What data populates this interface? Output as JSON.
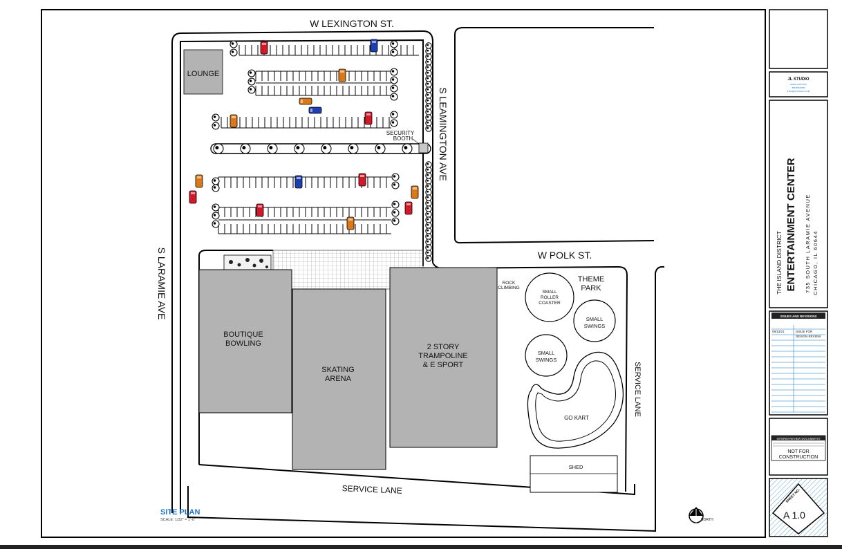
{
  "streets": {
    "north": "W LEXINGTON ST.",
    "east_top": "S LEAMINGTON AVE",
    "polk": "W POLK ST.",
    "west": "S LARAMIE AVE",
    "service_bottom": "SERVICE LANE",
    "service_right": "SERVICE LANE"
  },
  "buildings": {
    "lounge": "LOUNGE",
    "security": [
      "SECURITY",
      "BOOTH"
    ],
    "bowling": [
      "BOUTIQUE",
      "BOWLING"
    ],
    "skating": [
      "SKATING",
      "ARENA"
    ],
    "trampoline": [
      "2 STORY",
      "TRAMPOLINE",
      "& E SPORT"
    ],
    "rock": [
      "ROCK",
      "CLIMBING"
    ],
    "theme": [
      "THEME",
      "PARK"
    ],
    "roller": [
      "SMALL",
      "ROLLER",
      "COASTER"
    ],
    "swings1": [
      "SMALL",
      "SWINGS"
    ],
    "swings2": [
      "SMALL",
      "SWINGS"
    ],
    "gokart": "GO KART",
    "shed": "SHED"
  },
  "plan": {
    "title": "SITE PLAN",
    "scale": "SCALE: 1/32\" = 1'-0\"",
    "north": "NORTH"
  },
  "title_block": {
    "studio": "JL STUDIO",
    "studio_lines": [
      "WWW.JLSTUDIO",
      "555-555-5555",
      "INFO@JLSTUDIO.COM"
    ],
    "district": "THE ISLAND DISTRICT",
    "project": "ENTERTAINMENT CENTER",
    "address": "735 SOUTH LARAMIE AVENUE",
    "city": "CHICAGO, IL 60644",
    "issues_header": "ISSUES AND REVISIONS",
    "issue_date": "09/13/21",
    "issue_text": [
      "ISSUE FOR",
      "DESIGN REVIEW"
    ],
    "interim": "INTERIM REVIEW DOCUMENTS",
    "not_for": [
      "NOT FOR",
      "CONSTRUCTION"
    ],
    "sheet_no_label": "SHEET NO.",
    "sheet": "A 1.0"
  },
  "colors": {
    "building": "#b3b3b3",
    "red_car": "#d01a2a",
    "blue_car": "#1f3fb0",
    "orange_car": "#d9791a",
    "title_blue": "#1a73c9"
  }
}
